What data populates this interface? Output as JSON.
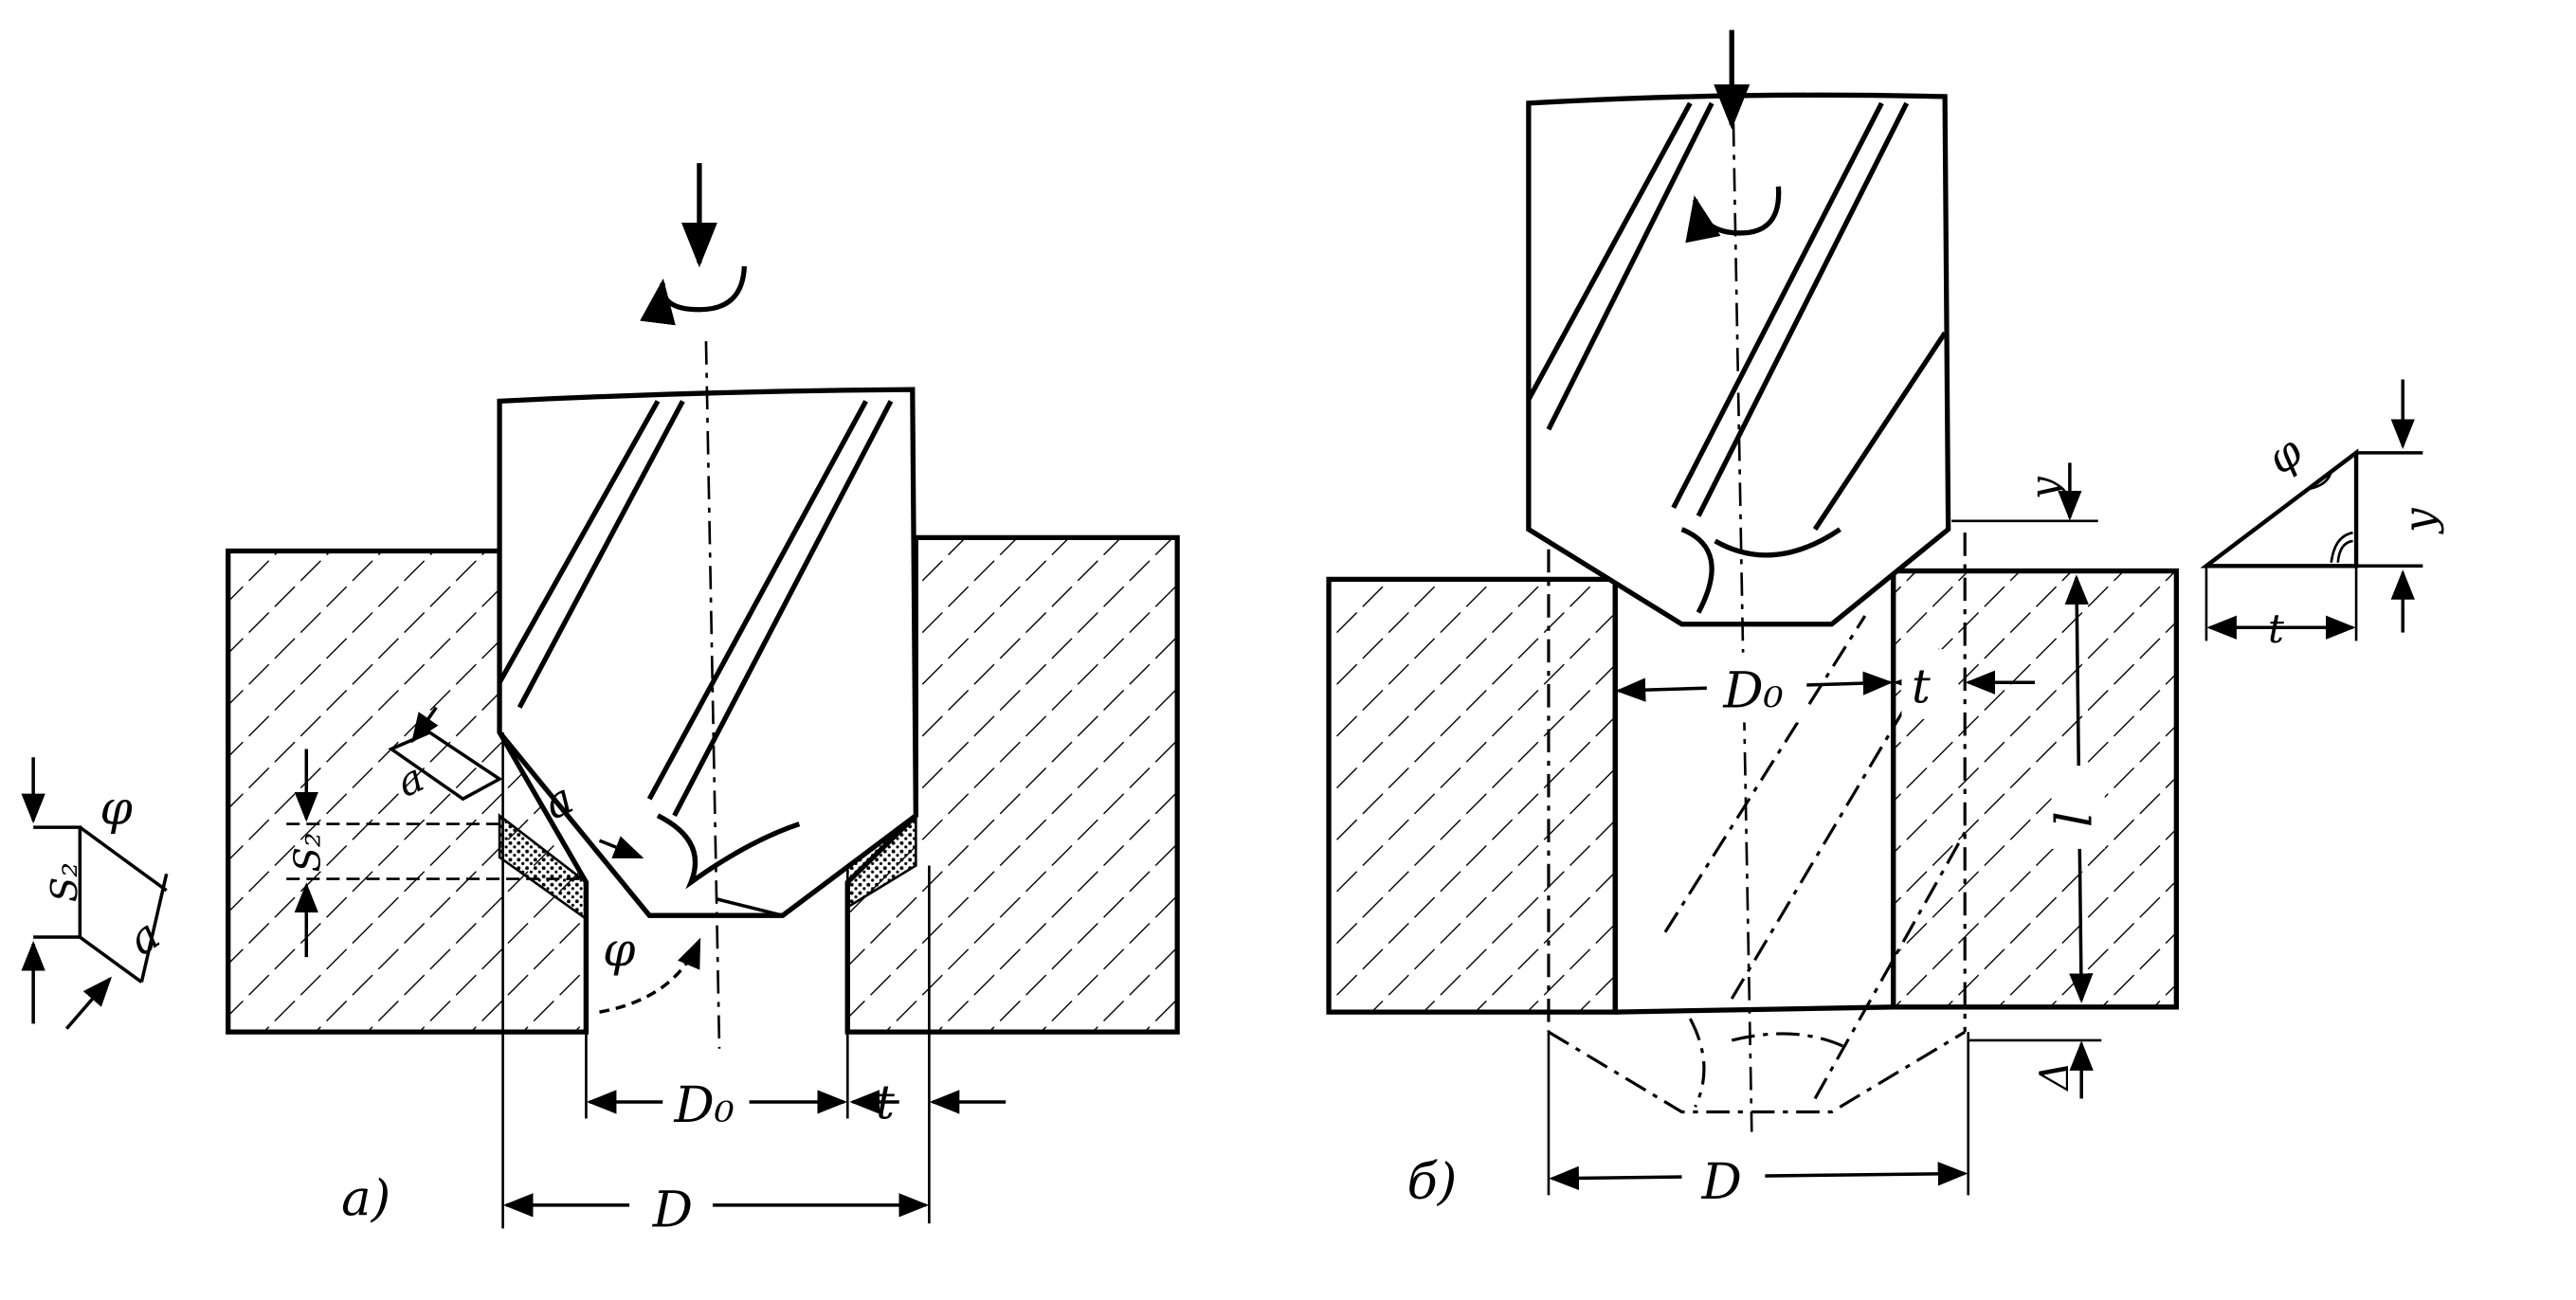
{
  "figure_a": {
    "caption": "а)",
    "labels": {
      "D": "D",
      "D0": "D₀",
      "t": "t",
      "phi": "φ",
      "a": "a",
      "a_inset": "a",
      "phi_inset": "φ",
      "Sz": "S₂",
      "Sz_inset": "S₂"
    }
  },
  "figure_b": {
    "caption": "б)",
    "labels": {
      "D": "D",
      "D0": "D₀",
      "t": "t",
      "l": "l",
      "y": "y",
      "delta": "Δ",
      "phi_inset": "φ",
      "y_inset": "y",
      "t_inset": "t"
    }
  },
  "colors": {
    "ink": "#000000",
    "background": "#ffffff"
  }
}
